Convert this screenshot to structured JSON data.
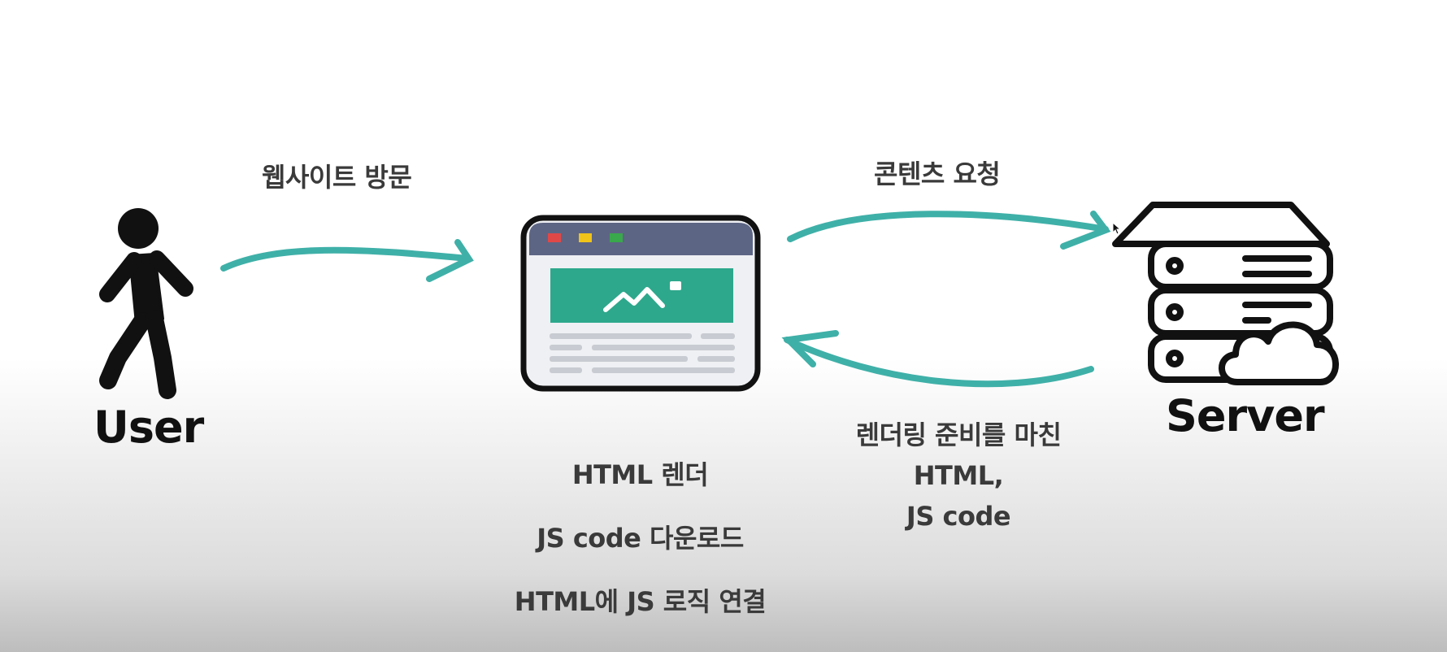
{
  "nodes": {
    "user": {
      "label": "User",
      "icon": "walking-person-icon"
    },
    "browser": {
      "icon": "browser-window-icon"
    },
    "server": {
      "label": "Server",
      "icon": "server-cloud-icon"
    }
  },
  "edges": {
    "visit": {
      "label": "웹사이트 방문"
    },
    "request": {
      "label": "콘텐츠 요청"
    },
    "response": {
      "lines": [
        "렌더링 준비를 마친",
        "HTML,",
        "JS code"
      ]
    }
  },
  "browser_steps": [
    "HTML 렌더",
    "JS code 다운로드",
    "HTML에 JS 로직 연결"
  ],
  "colors": {
    "arrow": "#3fb0a8",
    "image_block": "#2ea88c",
    "titlebar": "#5d6584",
    "text": "#3a3a3a"
  }
}
